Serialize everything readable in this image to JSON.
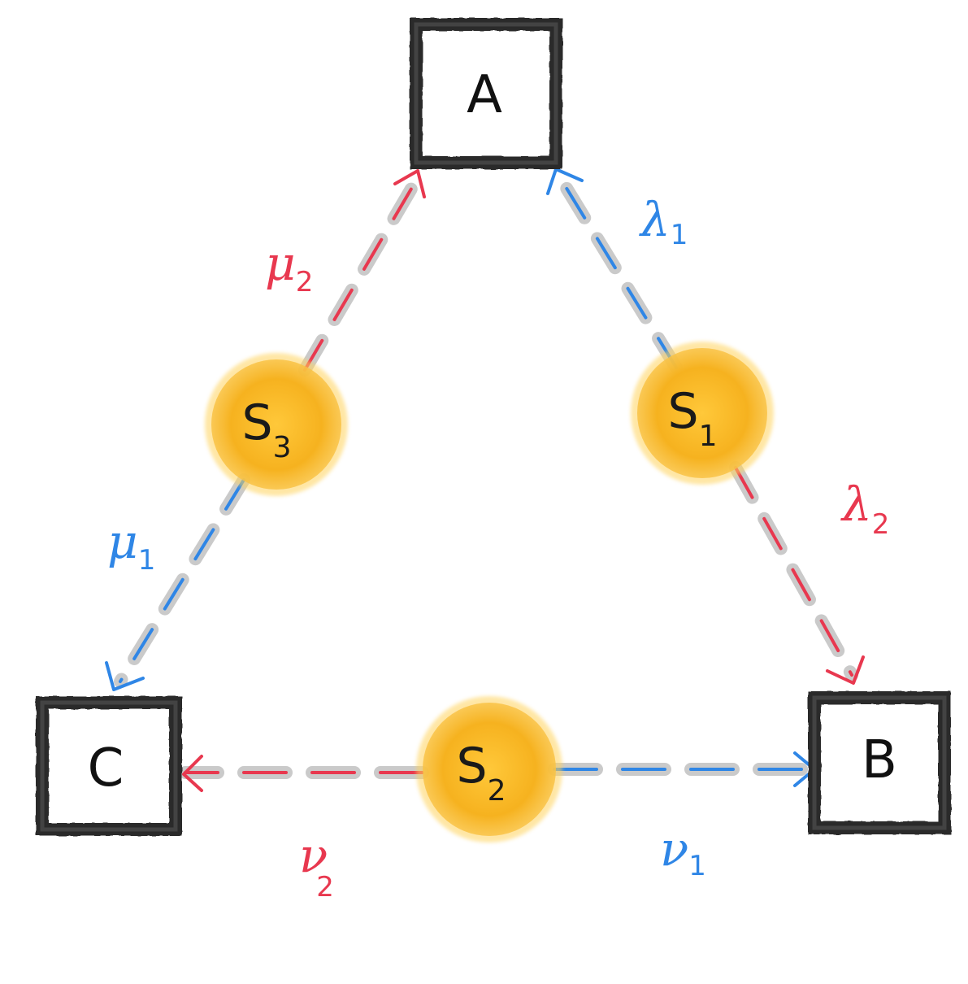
{
  "colors": {
    "red": "#e8384f",
    "blue": "#2f86e6",
    "box": "#2b2b2b",
    "source": "#f7b320",
    "source_glow": "#ffd35c"
  },
  "nodes": {
    "a": "A",
    "b": "B",
    "c": "C"
  },
  "sources": {
    "s1": {
      "base": "S",
      "sub": "1"
    },
    "s2": {
      "base": "S",
      "sub": "2"
    },
    "s3": {
      "base": "S",
      "sub": "3"
    }
  },
  "edges": {
    "lambda1": {
      "base": "λ",
      "sub": "1"
    },
    "lambda2": {
      "base": "λ",
      "sub": "2"
    },
    "mu1": {
      "base": "μ",
      "sub": "1"
    },
    "mu2": {
      "base": "μ",
      "sub": "2"
    },
    "nu1": {
      "base": "ν",
      "sub": "1"
    },
    "nu2": {
      "base": "ν",
      "sub": "2"
    }
  }
}
